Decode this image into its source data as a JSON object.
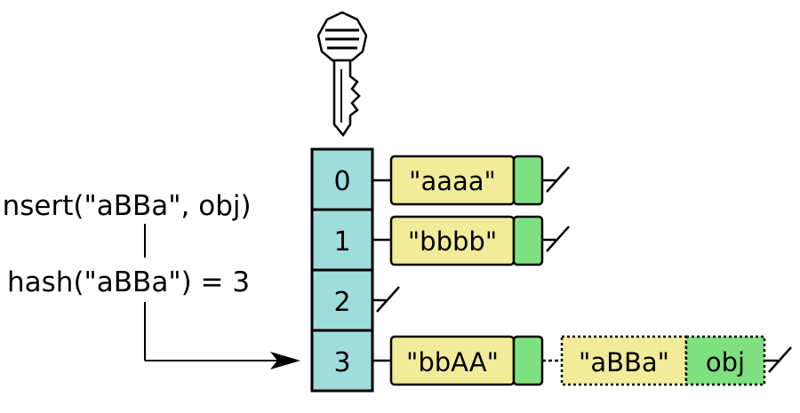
{
  "operation": {
    "insert_text": "insert(\"aBBa\", obj)",
    "hash_text": "hash(\"aBBa\") = 3"
  },
  "buckets": [
    {
      "index": "0"
    },
    {
      "index": "1"
    },
    {
      "index": "2"
    },
    {
      "index": "3"
    }
  ],
  "entries": [
    {
      "key": "\"aaaa\""
    },
    {
      "key": "\"bbbb\""
    },
    {
      "key": "\"bbAA\""
    }
  ],
  "new_entry": {
    "key": "\"aBBa\"",
    "value": "obj"
  },
  "colors": {
    "bucket_fill": "#9fdcdc",
    "key_fill": "#f2ec9a",
    "pointer_fill": "#7fe07f",
    "outline": "#000000"
  },
  "icons": {
    "key_icon": "key-icon"
  }
}
